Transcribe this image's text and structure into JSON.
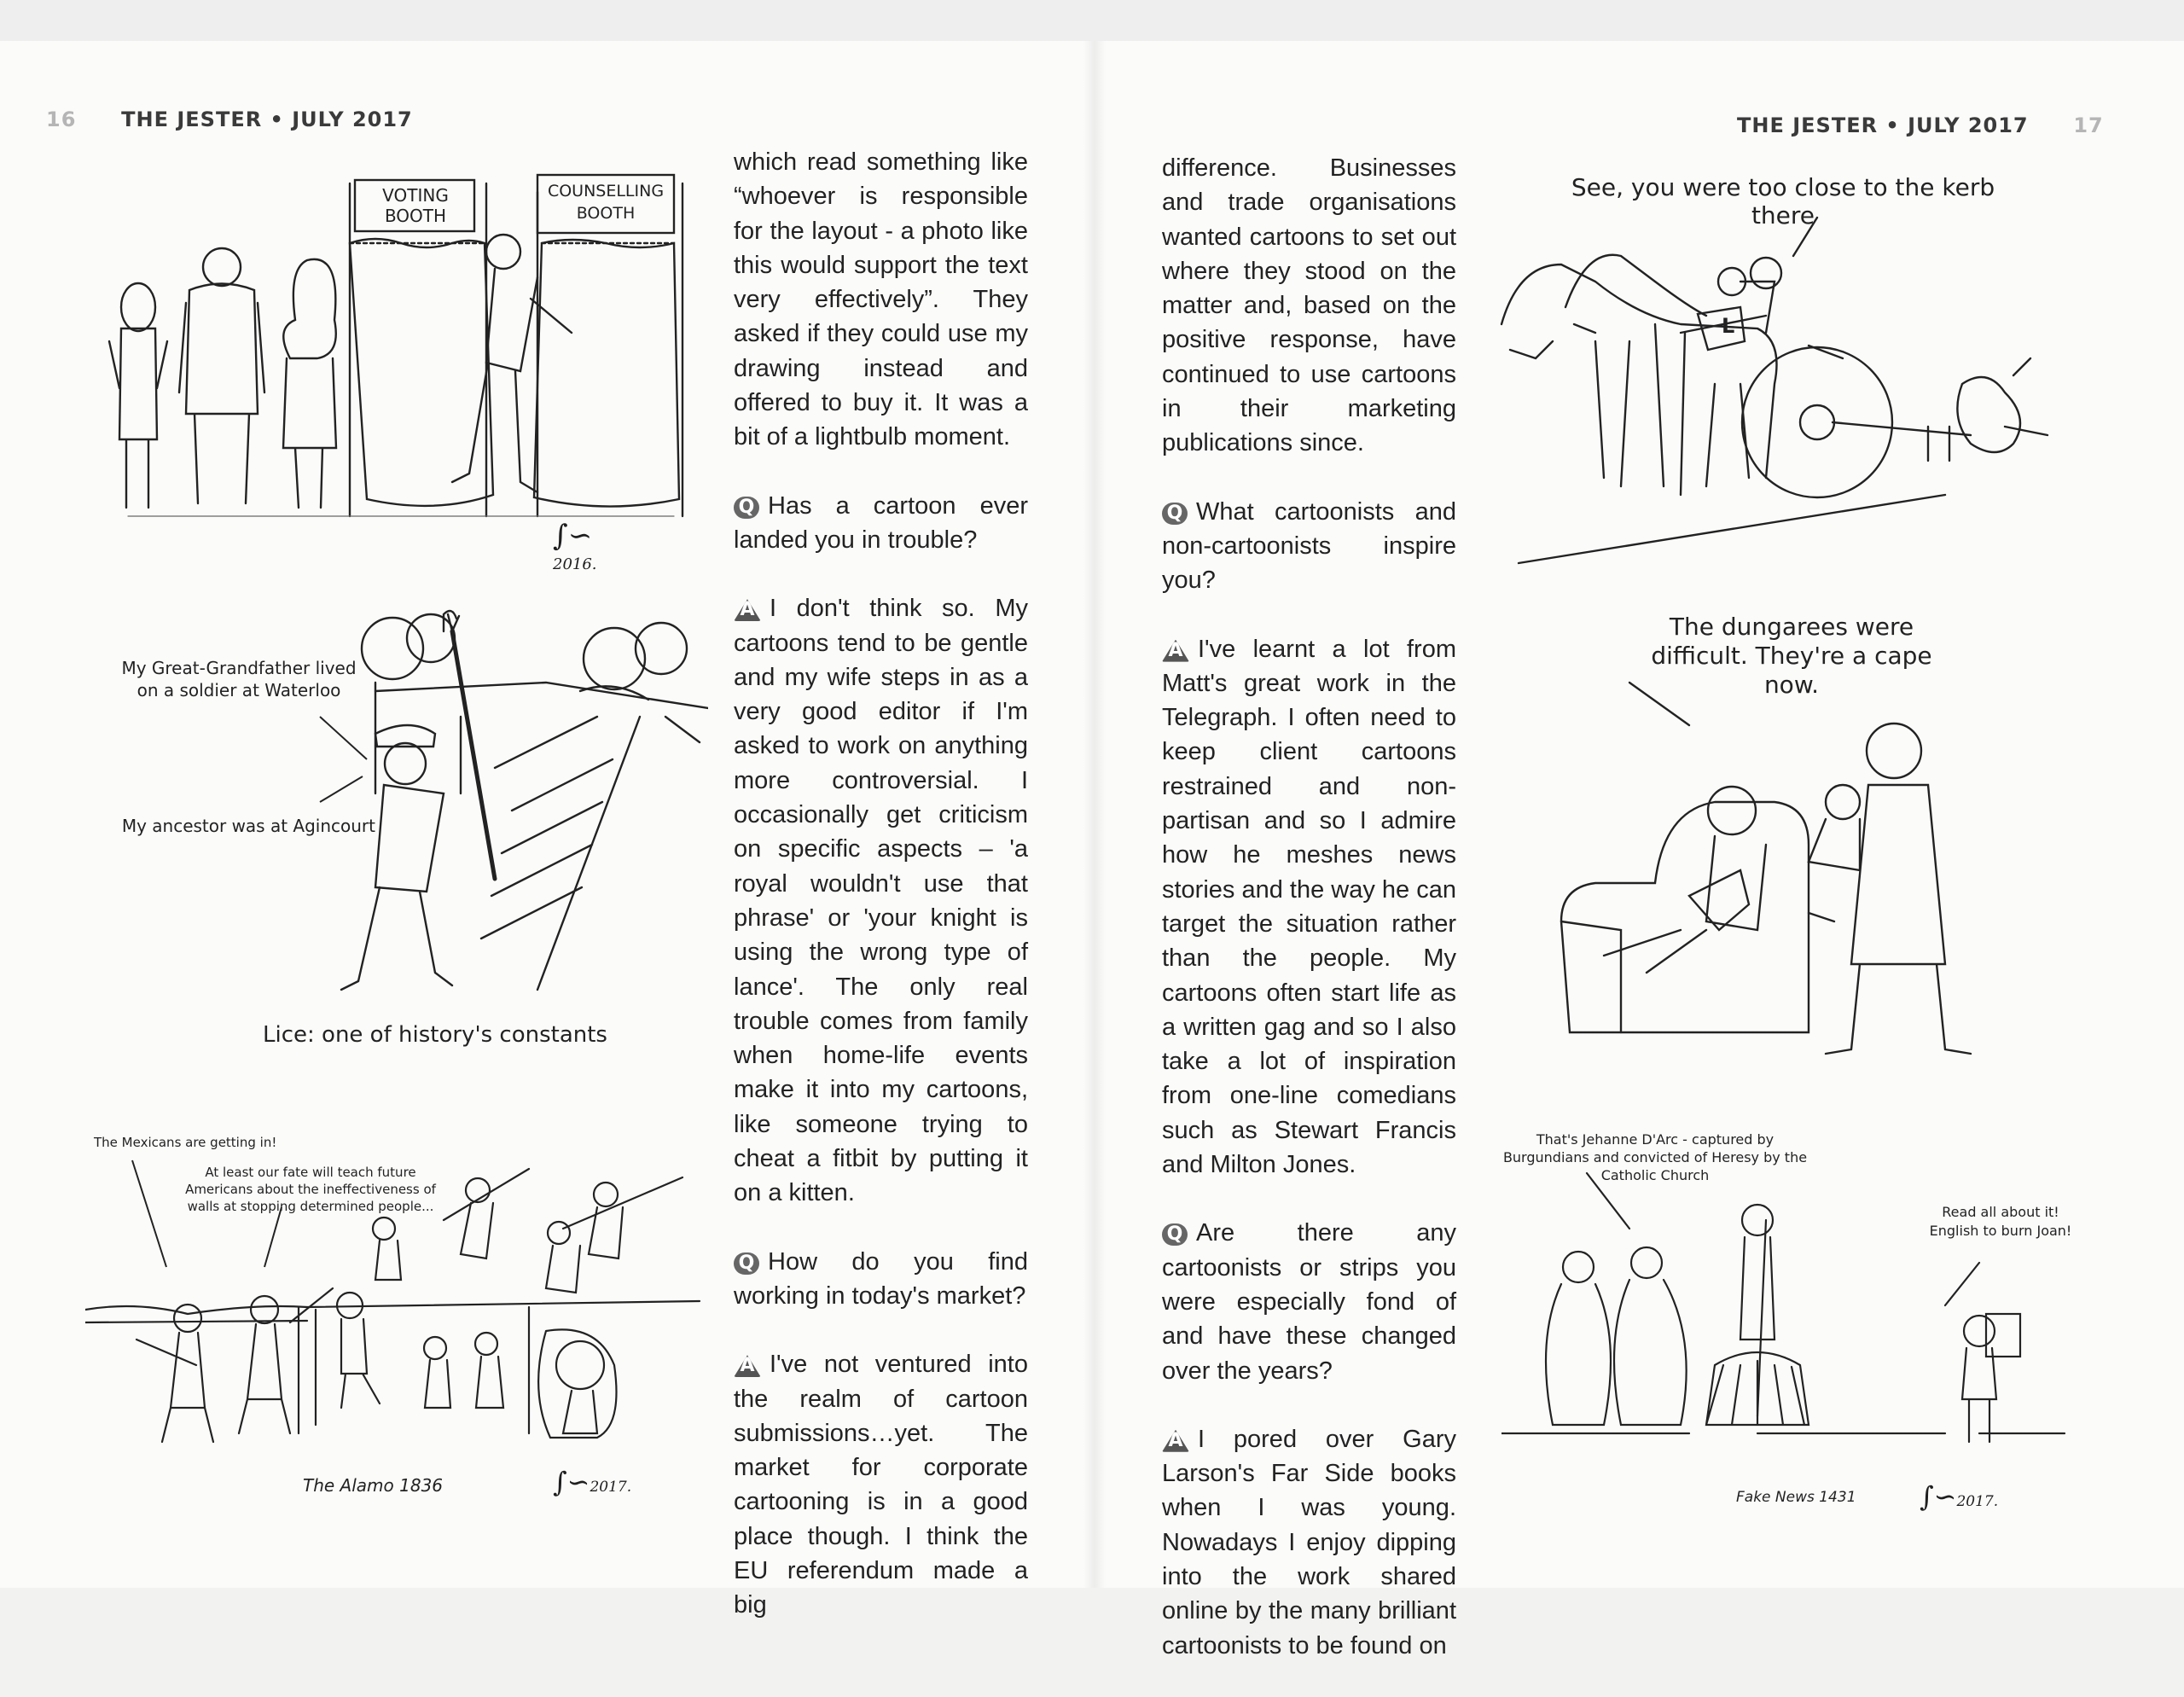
{
  "header": {
    "left_page_number": "16",
    "left_title": "THE JESTER • JULY 2017",
    "right_title": "THE JESTER • JULY 2017",
    "right_page_number": "17"
  },
  "cartoons": {
    "voting": {
      "sign_left": "VOTING BOOTH",
      "sign_right": "COUNSELLING BOOTH",
      "signature": "2016."
    },
    "lice": {
      "bubble_top": "My Great-Grandfather lived on a soldier at Waterloo",
      "bubble_bottom": "My ancestor was at Agincourt",
      "caption": "Lice: one of history's constants"
    },
    "alamo": {
      "bubble_top": "The Mexicans are getting in!",
      "bubble_second": "At least our fate will teach future Americans about the ineffectiveness of walls at stopping determined people...",
      "caption": "The Alamo 1836",
      "signature": "2017."
    },
    "horses": {
      "bubble": "See, you were too close to the kerb there",
      "plate": "L"
    },
    "dungarees": {
      "bubble": "The dungarees were difficult. They're a cape now."
    },
    "joan": {
      "bubble_left": "That's Jehanne D'Arc - captured by Burgundians and convicted of Heresy by the Catholic Church",
      "bubble_right": "Read all about it! English to burn Joan!",
      "caption": "Fake News 1431",
      "signature": "2017."
    }
  },
  "article": {
    "col1": {
      "p1": "which read something like “whoever is responsible for the layout - a photo like this would support the text very effectively”. They asked if they could use my drawing instead and offered to buy it. It was a bit of a lightbulb moment.",
      "q1_mark": "Q",
      "q1": "Has a cartoon ever landed you in trouble?",
      "a1_mark": "A",
      "a1": "I don't think so. My cartoons tend to be gentle and my wife steps in as a very good editor if I'm asked to work on anything more controversial. I occasionally get criticism on specific aspects – 'a royal wouldn't use that phrase' or 'your knight is using the wrong type of lance'. The only real trouble comes from family when home-life events make it into my cartoons, like someone trying to cheat a fitbit by putting it on a kitten.",
      "q2_mark": "Q",
      "q2": "How do you find working in today's market?",
      "a2_mark": "A",
      "a2": "I've not ventured into the realm of cartoon submissions…yet. The market for corporate cartooning is in a good place though. I think the EU referendum made a big"
    },
    "col2": {
      "p1": "difference. Businesses and trade organisations wanted cartoons to set out where they stood on the matter and, based on the positive response, have continued to use cartoons in their marketing publications since.",
      "q3_mark": "Q",
      "q3": "What cartoonists and non-cartoonists inspire you?",
      "a3_mark": "A",
      "a3": "I've learnt a lot from Matt's great work in the Telegraph. I often need to keep client cartoons restrained and non-partisan and so I admire how he meshes news stories and the way he can target the situation rather than the people. My cartoons often start life as a written gag and so I also take a lot of inspiration from one-line comedians such as Stewart Francis and Milton Jones.",
      "q4_mark": "Q",
      "q4": "Are there any cartoonists or strips you were especially fond of and have these changed over the years?",
      "a4_mark": "A",
      "a4": "I pored over Gary Larson's Far Side books when I was young. Nowadays I enjoy dipping into the work shared online by the many brilliant cartoonists to be found on"
    }
  }
}
